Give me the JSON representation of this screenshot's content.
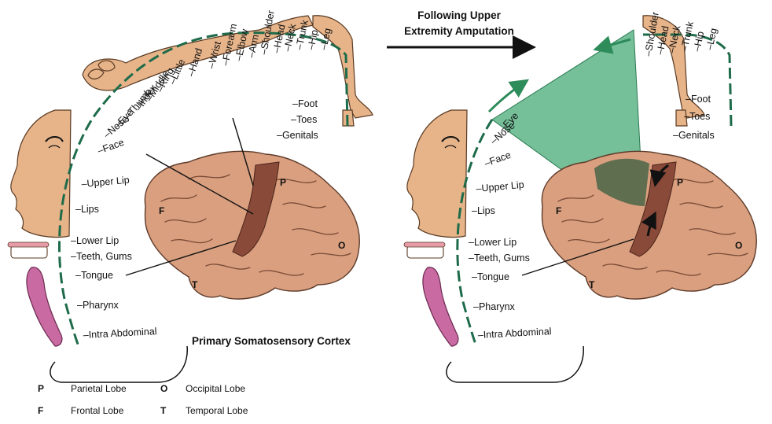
{
  "header": {
    "amputation_title_line1": "Following Upper",
    "amputation_title_line2": "Extremity Amputation"
  },
  "left_map": {
    "body_labels": [
      "Leg",
      "Hip",
      "Trunk",
      "Neck",
      "Head",
      "Shoulder",
      "Arm",
      "Elbow",
      "Forearm",
      "Wrist",
      "Hand",
      "Little",
      "Ring",
      "Middle",
      "Index",
      "Thumb",
      "Eye",
      "Nose",
      "Face",
      "Upper Lip",
      "Lips",
      "Lower Lip",
      "Teeth, Gums",
      "Tongue",
      "Pharynx",
      "Intra Abdominal",
      "Foot",
      "Toes",
      "Genitals"
    ]
  },
  "right_map": {
    "body_labels": [
      "Leg",
      "Hip",
      "Trunk",
      "Neck",
      "Head",
      "Shoulder",
      "Eye",
      "Nose",
      "Face",
      "Upper Lip",
      "Lips",
      "Lower Lip",
      "Teeth, Gums",
      "Tongue",
      "Pharynx",
      "Intra Abdominal",
      "Foot",
      "Toes",
      "Genitals"
    ]
  },
  "brain_lobes": {
    "parietal": "P",
    "frontal": "F",
    "occipital": "O",
    "temporal": "T"
  },
  "caption": "Primary Somatosensory Cortex",
  "legend": [
    {
      "key": "P",
      "name": "Parietal Lobe"
    },
    {
      "key": "O",
      "name": "Occipital Lobe"
    },
    {
      "key": "F",
      "name": "Frontal Lobe"
    },
    {
      "key": "T",
      "name": "Temporal Lobe"
    }
  ],
  "colors": {
    "skin": "#e7b48a",
    "brain": "#d99f7f",
    "cortex": "#8a4a3a",
    "highlight": "#3aa46e",
    "arc": "#1e6b4a"
  }
}
